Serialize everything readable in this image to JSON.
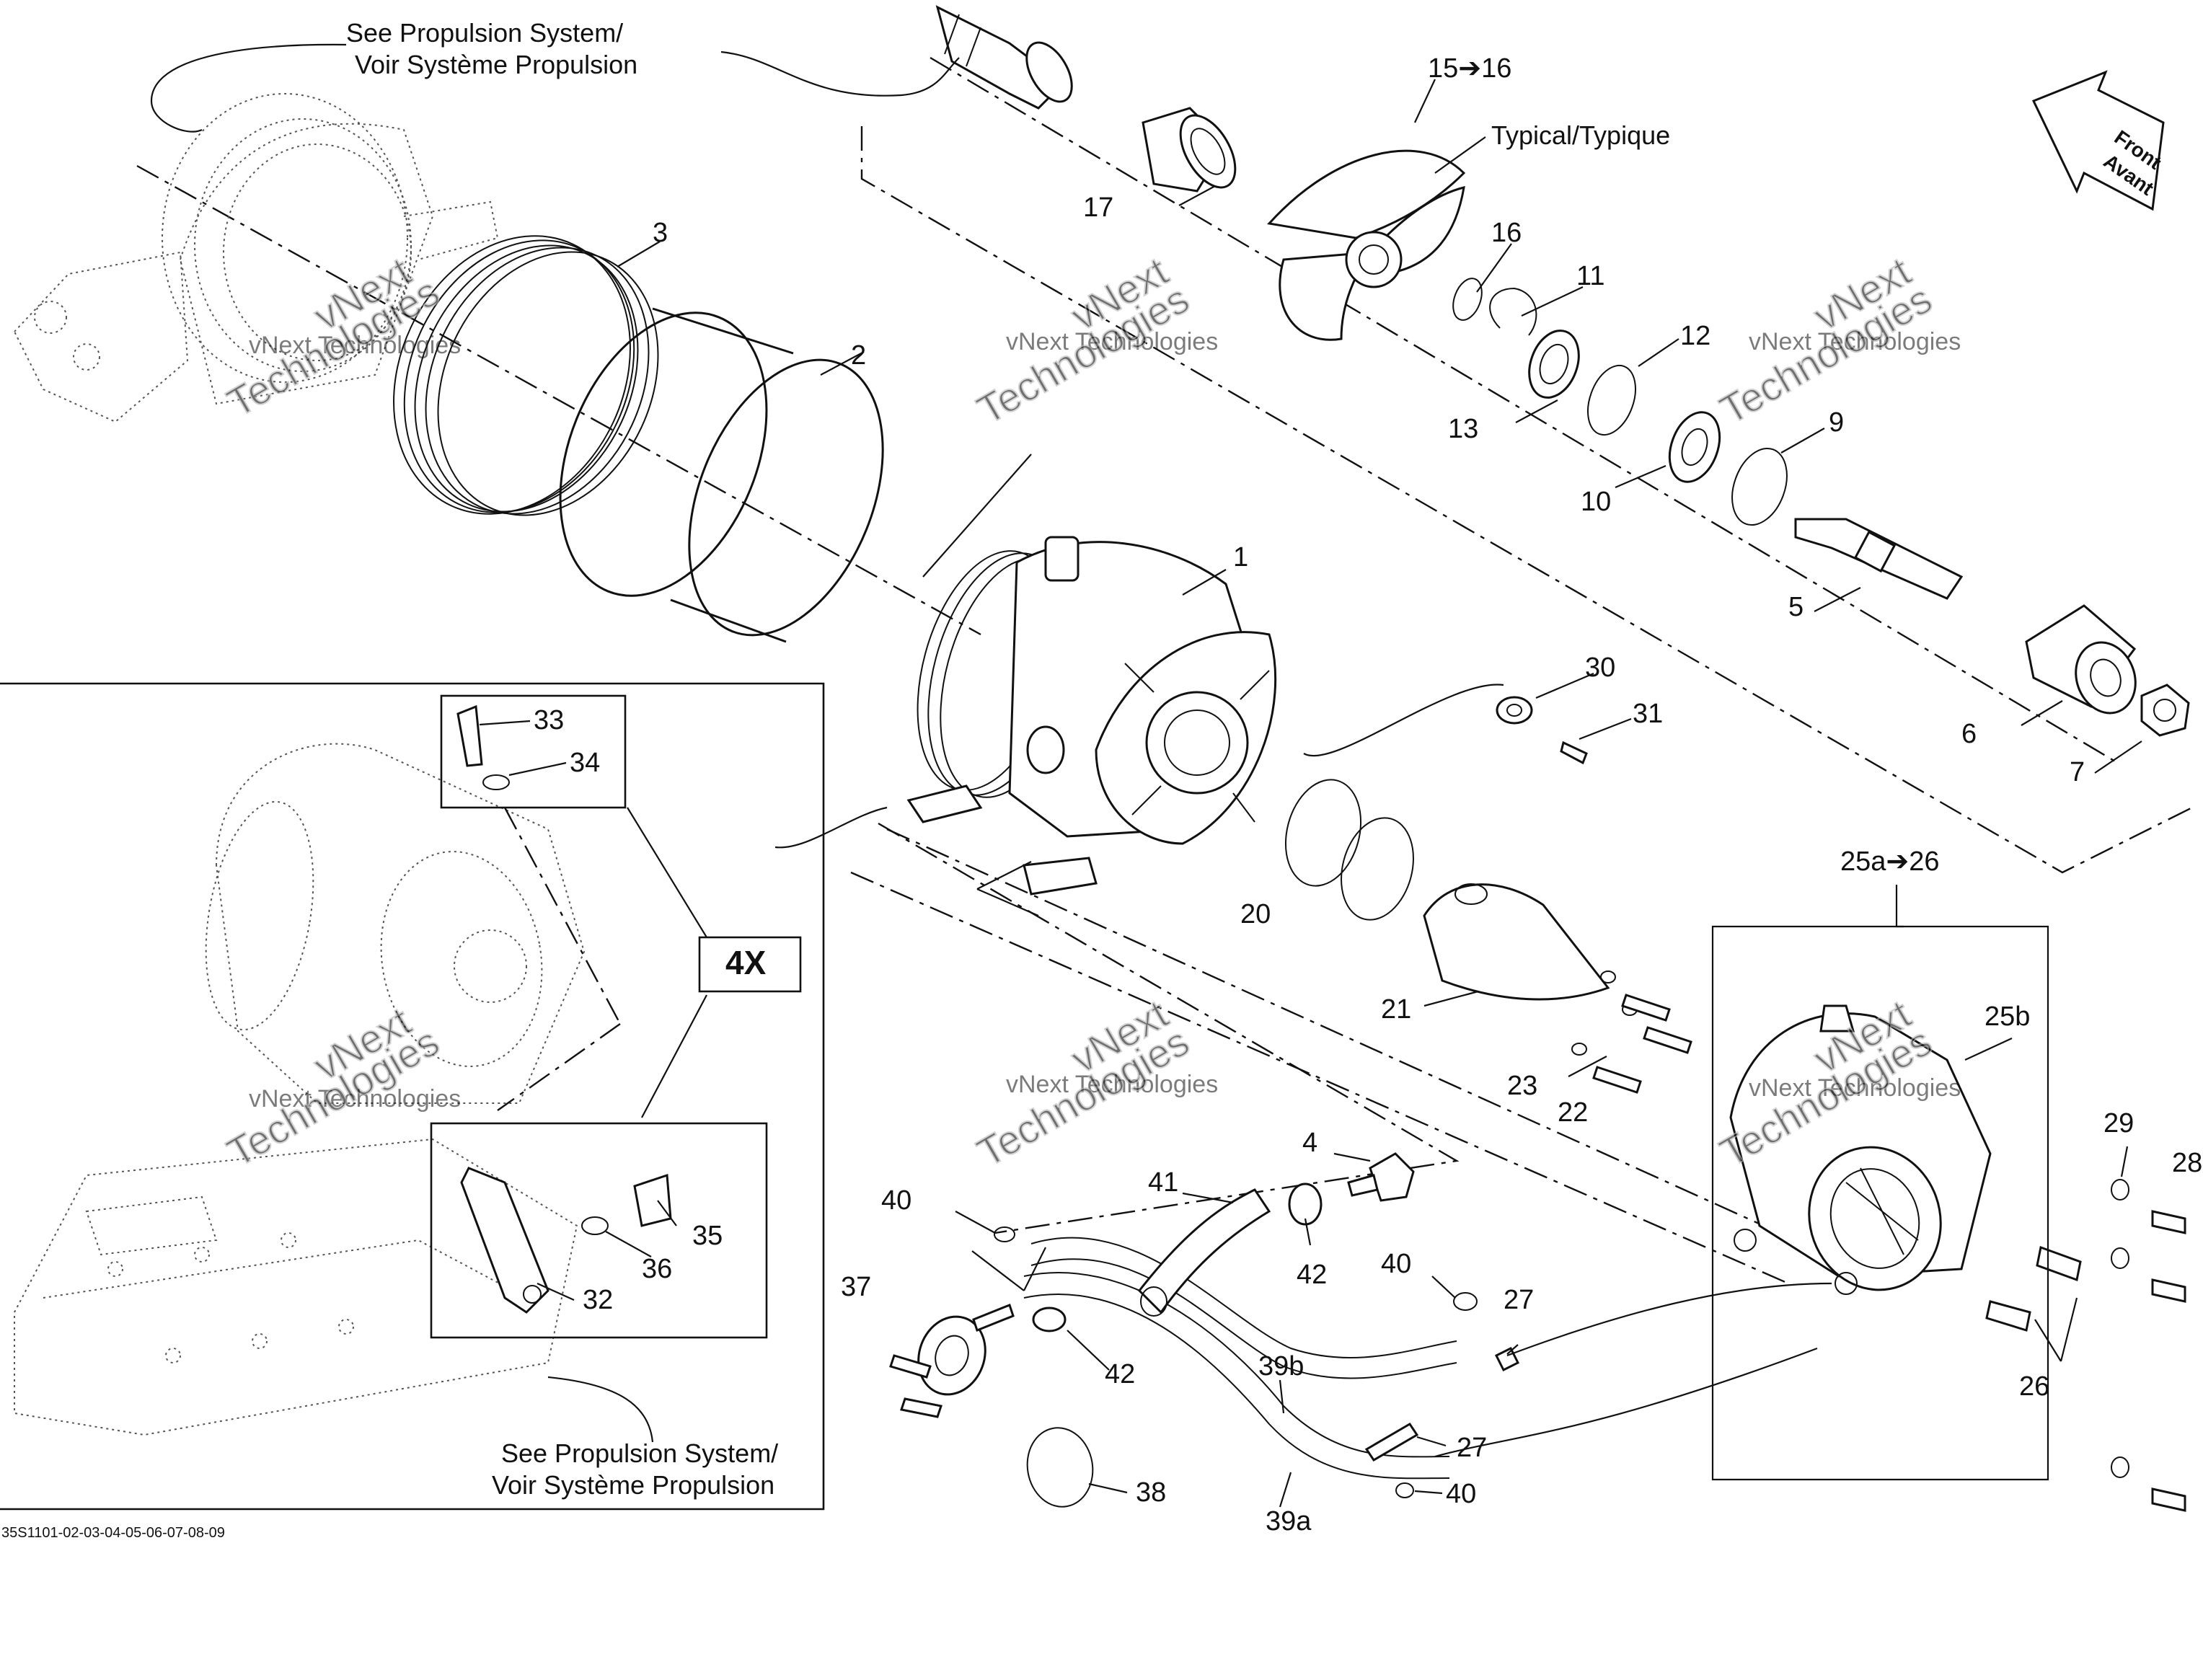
{
  "notes": {
    "propulsion_top_line1": "See Propulsion System/",
    "propulsion_top_line2": "Voir Système Propulsion",
    "propulsion_bottom_line1": "See Propulsion System/",
    "propulsion_bottom_line2": "Voir Système Propulsion",
    "typical": "Typical/Typique",
    "front_line1": "Front",
    "front_line2": "Avant",
    "multiplier": "4X",
    "figure_code": "35S1101-02-03-04-05-06-07-08-09"
  },
  "watermark": {
    "line1": "vNext Technologies",
    "line2": "vNext",
    "line3": "Technologies"
  },
  "callouts": {
    "c1": "1",
    "c2": "2",
    "c3": "3",
    "c4": "4",
    "c5": "5",
    "c6": "6",
    "c7": "7",
    "c9": "9",
    "c10": "10",
    "c11": "11",
    "c12": "12",
    "c13": "13",
    "c15_16": "15➔16",
    "c16": "16",
    "c17": "17",
    "c20": "20",
    "c21": "21",
    "c22": "22",
    "c23": "23",
    "c25a_26": "25a➔26",
    "c25b": "25b",
    "c26": "26",
    "c27a": "27",
    "c27b": "27",
    "c28": "28",
    "c29": "29",
    "c30": "30",
    "c31": "31",
    "c32": "32",
    "c33": "33",
    "c34": "34",
    "c35": "35",
    "c36": "36",
    "c37": "37",
    "c38": "38",
    "c39a": "39a",
    "c39b": "39b",
    "c40a": "40",
    "c40b": "40",
    "c40c": "40",
    "c41": "41",
    "c42a": "42",
    "c42b": "42"
  }
}
